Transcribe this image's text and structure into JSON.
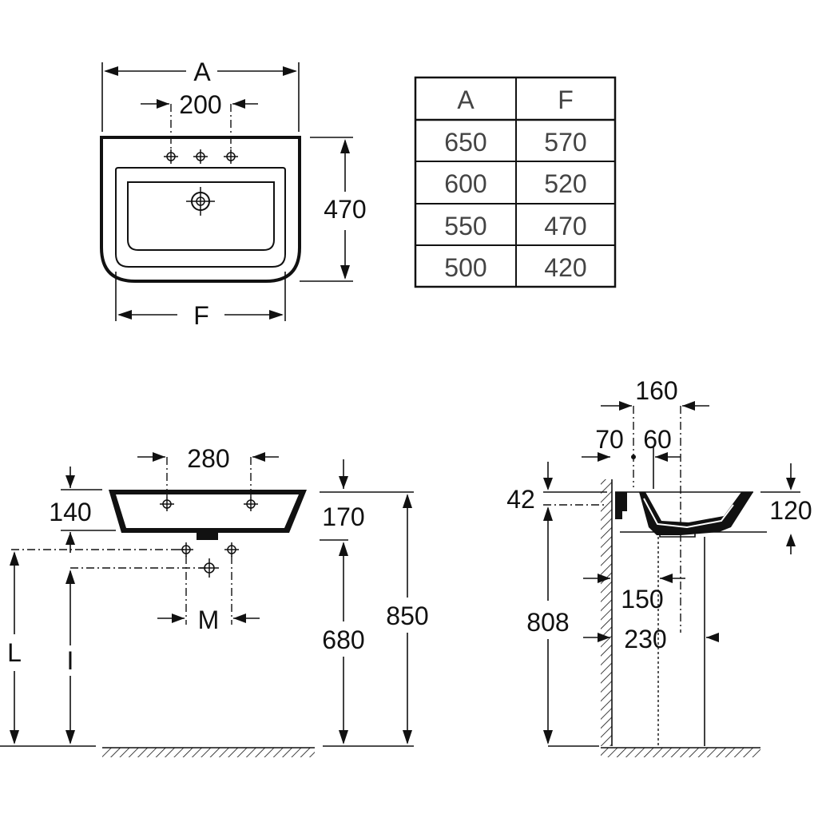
{
  "top_view": {
    "label_A": "A",
    "label_200": "200",
    "label_470": "470",
    "label_F": "F"
  },
  "size_table": {
    "headers": [
      "A",
      "F"
    ],
    "rows": [
      [
        "650",
        "570"
      ],
      [
        "600",
        "520"
      ],
      [
        "550",
        "470"
      ],
      [
        "500",
        "420"
      ]
    ]
  },
  "front_view": {
    "label_280": "280",
    "label_140": "140",
    "label_170": "170",
    "label_M": "M",
    "label_680": "680",
    "label_850": "850",
    "label_L": "L",
    "label_I": "I"
  },
  "side_view": {
    "label_160": "160",
    "label_70": "70",
    "label_60": "60",
    "label_42": "42",
    "label_120": "120",
    "label_150": "150",
    "label_230": "230",
    "label_808": "808"
  }
}
